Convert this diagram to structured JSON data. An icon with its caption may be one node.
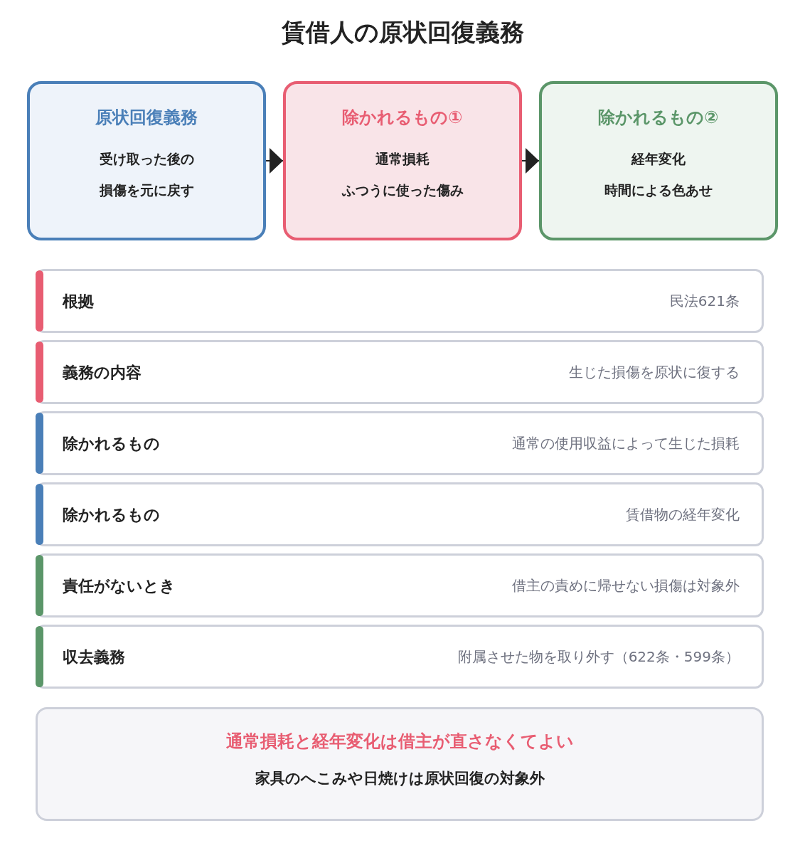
{
  "diagram": {
    "title": "賃借人の原状回復義務",
    "nodes": [
      {
        "text": [
          "原状回復義務",
          "受け取った後の",
          "損傷を元に戻す"
        ]
      },
      {
        "text": [
          "除かれるもの①",
          "通常損耗",
          "ふつうに使った傷み"
        ]
      },
      {
        "text": [
          "除かれるもの②",
          "経年変化",
          "時間による色あせ"
        ]
      },
      {
        "text": [
          "根拠",
          "民法621条"
        ]
      },
      {
        "text": [
          "義務の内容",
          "生じた損傷を原状に復する"
        ]
      },
      {
        "text": [
          "除かれるもの",
          "通常の使用収益によって生じた損耗"
        ]
      },
      {
        "text": [
          "除かれるもの",
          "賃借物の経年変化"
        ]
      },
      {
        "text": [
          "責任がないとき",
          "借主の責めに帰せない損傷は対象外"
        ]
      },
      {
        "text": [
          "収去義務",
          "附属させた物を取り外す（622条・599条）"
        ]
      },
      {
        "text": [
          "通常損耗と経年変化は借主が直さなくてよい",
          "家具のへこみや日焼けは原状回復の対象外"
        ]
      }
    ],
    "edges": [
      {
        "from": 0,
        "to": 1,
        "arrow": "to"
      },
      {
        "from": 1,
        "to": 2,
        "arrow": "to"
      }
    ]
  }
}
